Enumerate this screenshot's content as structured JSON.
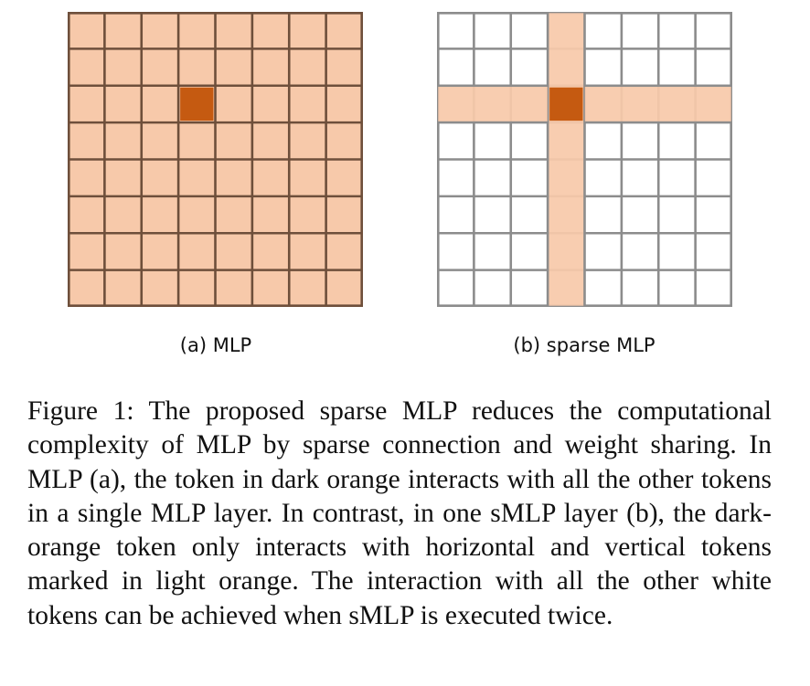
{
  "panels": [
    {
      "label": "(a) MLP",
      "rows": 8,
      "cols": 8,
      "center": [
        2,
        3
      ],
      "pattern": "full"
    },
    {
      "label": "(b) sparse MLP",
      "rows": 8,
      "cols": 8,
      "center": [
        2,
        3
      ],
      "pattern": "cross"
    }
  ],
  "colors": {
    "light_orange": "#f7c9aa",
    "dark_orange": "#c55a11",
    "grid_line_a": "#6e4f3b",
    "grid_line_b": "#8c8c8c",
    "white": "#ffffff"
  },
  "caption": "Figure 1: The proposed sparse MLP reduces the computa­tional complexity of MLP by sparse connection and weight sharing. In MLP (a), the token in dark orange interacts with all the other tokens in a single MLP layer. In contrast, in one sMLP layer (b), the dark-orange token only interacts with horizontal and vertical tokens marked in light orange. The interaction with all the other white tokens can be achieved when sMLP is executed twice."
}
